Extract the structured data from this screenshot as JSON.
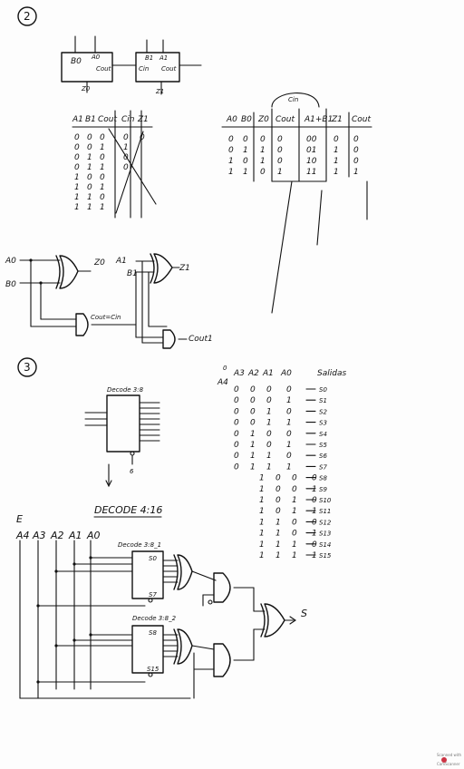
{
  "section2": {
    "label": "2",
    "block1": {
      "in_top": "A0",
      "in_left": "B0",
      "out": "Cout",
      "out_bottom": "Z0"
    },
    "block2": {
      "in_top1": "B1",
      "in_top2": "A1",
      "in_left": "Cin",
      "out": "Cout",
      "out_bottom": "Z1"
    },
    "table1": {
      "headers": [
        "A1",
        "B1",
        "Cout",
        "Cin",
        "Z1"
      ],
      "rows": [
        [
          "0",
          "0",
          "0",
          "0",
          "0"
        ],
        [
          "0",
          "0",
          "1",
          "1",
          ""
        ],
        [
          "0",
          "1",
          "0",
          "0",
          ""
        ],
        [
          "0",
          "1",
          "1",
          "0",
          ""
        ],
        [
          "1",
          "0",
          "0",
          "",
          ""
        ],
        [
          "1",
          "0",
          "1",
          "",
          ""
        ],
        [
          "1",
          "1",
          "0",
          "",
          ""
        ],
        [
          "1",
          "1",
          "1",
          "",
          ""
        ]
      ]
    },
    "table2": {
      "group_label": "Cin",
      "headers": [
        "A0",
        "B0",
        "Z0",
        "Cout",
        "A1+B1",
        "Z1",
        "Cout"
      ],
      "rows": [
        [
          "0",
          "0",
          "0",
          "0",
          "00",
          "0",
          "0"
        ],
        [
          "0",
          "1",
          "1",
          "0",
          "01",
          "1",
          "0"
        ],
        [
          "1",
          "0",
          "1",
          "0",
          "10",
          "1",
          "0"
        ],
        [
          "1",
          "1",
          "0",
          "1",
          "11",
          "1",
          "1"
        ]
      ]
    },
    "circuit": {
      "in_a0": "A0",
      "in_b0": "B0",
      "z0": "Z0",
      "a1": "A1",
      "b1": "B1",
      "z1": "Z1",
      "carry_label": "Cout=Cin",
      "cout1": "Cout1"
    }
  },
  "section3": {
    "label": "3",
    "decoder_small": {
      "title": "Decode 3:8",
      "bottom": "6"
    },
    "title_416": "DECODE 4:16",
    "inputs_header": [
      "E",
      "A4",
      "A3",
      "A2",
      "A1",
      "A0"
    ],
    "dec1": {
      "title": "Decode 3:8_1",
      "out_top": "S0",
      "out_bottom": "S7"
    },
    "dec2": {
      "title": "Decode 3:8_2",
      "out_top": "S8",
      "out_bottom": "S15"
    },
    "output": "S",
    "truth": {
      "headers": [
        "A3",
        "A2",
        "A1",
        "A0",
        "Salidas"
      ],
      "rows": [
        [
          "0",
          "0",
          "0",
          "0",
          "S0"
        ],
        [
          "0",
          "0",
          "0",
          "1",
          "S1"
        ],
        [
          "0",
          "0",
          "1",
          "0",
          "S2"
        ],
        [
          "0",
          "0",
          "1",
          "1",
          "S3"
        ],
        [
          "0",
          "1",
          "0",
          "0",
          "S4"
        ],
        [
          "0",
          "1",
          "0",
          "1",
          "S5"
        ],
        [
          "0",
          "1",
          "1",
          "0",
          "S6"
        ],
        [
          "0",
          "1",
          "1",
          "1",
          "S7"
        ],
        [
          "1",
          "0",
          "0",
          "0",
          "S8"
        ],
        [
          "1",
          "0",
          "0",
          "1",
          "S9"
        ],
        [
          "1",
          "0",
          "1",
          "0",
          "S10"
        ],
        [
          "1",
          "0",
          "1",
          "1",
          "S11"
        ],
        [
          "1",
          "1",
          "0",
          "0",
          "S12"
        ],
        [
          "1",
          "1",
          "0",
          "1",
          "S13"
        ],
        [
          "1",
          "1",
          "1",
          "0",
          "S14"
        ],
        [
          "1",
          "1",
          "1",
          "1",
          "S15"
        ]
      ]
    }
  },
  "footer": {
    "line1": "Scanned with",
    "line2": "CamScanner"
  }
}
